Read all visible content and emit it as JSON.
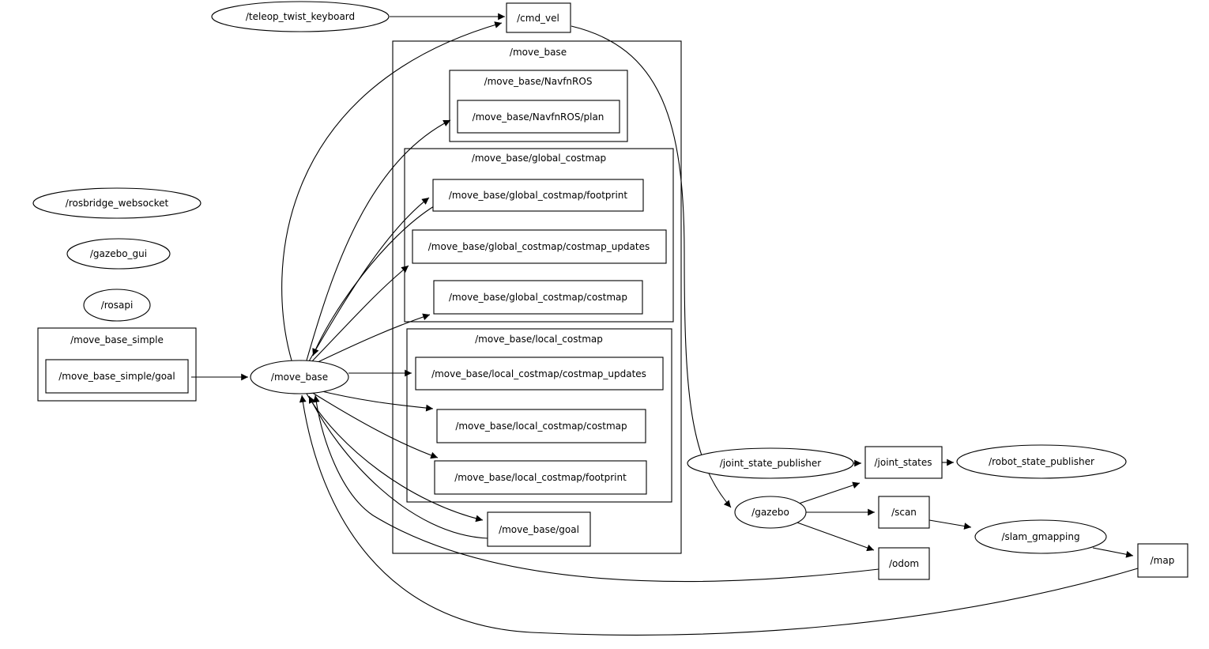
{
  "colors": {
    "background": "#ffffff",
    "stroke": "#000000",
    "text": "#000000"
  },
  "nodes": {
    "teleop": "/teleop_twist_keyboard",
    "rosbridge": "/rosbridge_websocket",
    "gazebo_gui": "/gazebo_gui",
    "rosapi": "/rosapi",
    "move_base": "/move_base",
    "joint_state_publisher": "/joint_state_publisher",
    "robot_state_publisher": "/robot_state_publisher",
    "gazebo": "/gazebo",
    "slam_gmapping": "/slam_gmapping"
  },
  "topics": {
    "cmd_vel": "/cmd_vel",
    "navfn_plan": "/move_base/NavfnROS/plan",
    "global_footprint": "/move_base/global_costmap/footprint",
    "global_costmap_updates": "/move_base/global_costmap/costmap_updates",
    "global_costmap": "/move_base/global_costmap/costmap",
    "local_costmap_updates": "/move_base/local_costmap/costmap_updates",
    "local_costmap": "/move_base/local_costmap/costmap",
    "local_footprint": "/move_base/local_costmap/footprint",
    "move_base_goal": "/move_base/goal",
    "move_base_simple_goal": "/move_base_simple/goal",
    "joint_states": "/joint_states",
    "scan": "/scan",
    "odom": "/odom",
    "map": "/map"
  },
  "namespaces": {
    "move_base": "/move_base",
    "navfn": "/move_base/NavfnROS",
    "global_costmap": "/move_base/global_costmap",
    "local_costmap": "/move_base/local_costmap",
    "move_base_simple": "/move_base_simple"
  },
  "edges": [
    [
      "/teleop_twist_keyboard",
      "/cmd_vel"
    ],
    [
      "/move_base",
      "/cmd_vel"
    ],
    [
      "/cmd_vel",
      "/gazebo"
    ],
    [
      "/move_base_simple/goal",
      "/move_base"
    ],
    [
      "/move_base",
      "/move_base/NavfnROS/plan"
    ],
    [
      "/move_base",
      "/move_base/global_costmap/footprint"
    ],
    [
      "/move_base/global_costmap/footprint",
      "/move_base"
    ],
    [
      "/move_base",
      "/move_base/global_costmap/costmap_updates"
    ],
    [
      "/move_base",
      "/move_base/global_costmap/costmap"
    ],
    [
      "/move_base",
      "/move_base/local_costmap/costmap_updates"
    ],
    [
      "/move_base",
      "/move_base/local_costmap/costmap"
    ],
    [
      "/move_base",
      "/move_base/local_costmap/footprint"
    ],
    [
      "/move_base",
      "/move_base/goal"
    ],
    [
      "/move_base/goal",
      "/move_base"
    ],
    [
      "/odom",
      "/move_base"
    ],
    [
      "/map",
      "/move_base"
    ],
    [
      "/joint_state_publisher",
      "/joint_states"
    ],
    [
      "/gazebo",
      "/joint_states"
    ],
    [
      "/joint_states",
      "/robot_state_publisher"
    ],
    [
      "/gazebo",
      "/scan"
    ],
    [
      "/gazebo",
      "/odom"
    ],
    [
      "/scan",
      "/slam_gmapping"
    ],
    [
      "/slam_gmapping",
      "/map"
    ]
  ]
}
